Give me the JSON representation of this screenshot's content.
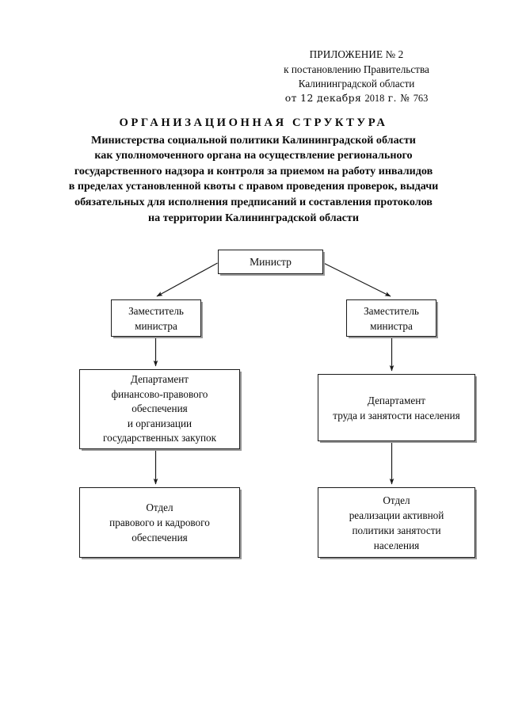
{
  "document": {
    "header": {
      "lines": [
        "ПРИЛОЖЕНИЕ № 2",
        "к постановлению Правительства",
        "Калининградской области"
      ],
      "date_prefix": "от 12 декабря",
      "date_year": "2018",
      "date_suffix": "г.  №",
      "date_number": "763"
    },
    "title": {
      "heading": "ОРГАНИЗАЦИОННАЯ СТРУКТУРА",
      "lines": [
        "Министерства социальной политики Калининградской области",
        "как уполномоченного органа на осуществление регионального",
        "государственного надзора и контроля за приемом на работу инвалидов",
        "в пределах установленной квоты с правом проведения проверок, выдачи",
        "обязательных для исполнения предписаний и составления протоколов",
        "на территории Калининградской области"
      ]
    }
  },
  "chart_data": {
    "type": "diagram",
    "title": "ОРГАНИЗАЦИОННАЯ СТРУКТУРА",
    "orientation": "top-down",
    "nodes": [
      {
        "id": "minister",
        "label": "Министр",
        "level": 0,
        "column": "center"
      },
      {
        "id": "deputy-left",
        "label": "Заместитель\nминистра",
        "level": 1,
        "column": "left"
      },
      {
        "id": "deputy-right",
        "label": "Заместитель\nминистра",
        "level": 1,
        "column": "right"
      },
      {
        "id": "dept-finance",
        "label": "Департамент\nфинансово-правового\nобеспечения\nи организации\nгосударственных закупок",
        "level": 2,
        "column": "left"
      },
      {
        "id": "dept-labour",
        "label": "Департамент\nтруда и занятости населения",
        "level": 2,
        "column": "right"
      },
      {
        "id": "div-legal",
        "label": "Отдел\nправового и кадрового\nобеспечения",
        "level": 3,
        "column": "left"
      },
      {
        "id": "div-policy",
        "label": "Отдел\nреализации активной\nполитики занятости\nнаселения",
        "level": 3,
        "column": "right"
      }
    ],
    "edges": [
      {
        "from": "minister",
        "to": "deputy-left",
        "style": "diagonal-arrow"
      },
      {
        "from": "minister",
        "to": "deputy-right",
        "style": "diagonal-arrow"
      },
      {
        "from": "deputy-left",
        "to": "dept-finance",
        "style": "vertical-arrow"
      },
      {
        "from": "deputy-right",
        "to": "dept-labour",
        "style": "vertical-arrow"
      },
      {
        "from": "dept-finance",
        "to": "div-legal",
        "style": "vertical-arrow"
      },
      {
        "from": "dept-labour",
        "to": "div-policy",
        "style": "vertical-arrow"
      }
    ],
    "colors": {
      "background": "#ffffff",
      "text": "#0b0b0b",
      "box_border": "#1a1a1a",
      "box_shadow": "#9a9a9a",
      "connector": "#1a1a1a"
    }
  }
}
